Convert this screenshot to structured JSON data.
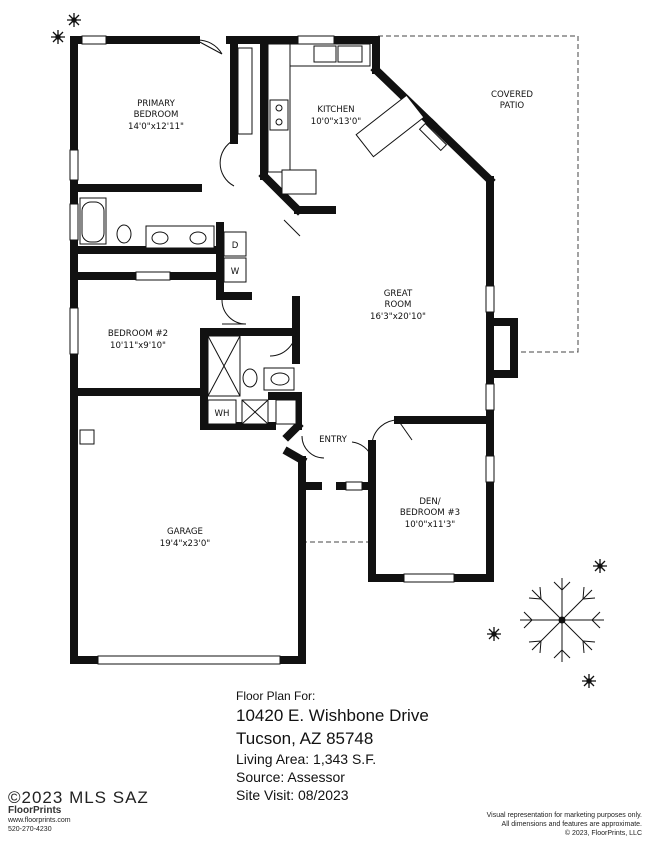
{
  "rooms": {
    "primary": {
      "name1": "PRIMARY",
      "name2": "BEDROOM",
      "dims": "14'0\"x12'11\""
    },
    "kitchen": {
      "name": "KITCHEN",
      "dims": "10'0\"x13'0\""
    },
    "patio": {
      "name1": "COVERED",
      "name2": "PATIO"
    },
    "great": {
      "name1": "GREAT",
      "name2": "ROOM",
      "dims": "16'3\"x20'10\""
    },
    "bedroom2": {
      "name": "BEDROOM #2",
      "dims": "10'11\"x9'10\""
    },
    "garage": {
      "name": "GARAGE",
      "dims": "19'4\"x23'0\""
    },
    "entry": {
      "name": "ENTRY"
    },
    "den": {
      "name1": "DEN/",
      "name2": "BEDROOM #3",
      "dims": "10'0\"x11'3\""
    }
  },
  "fixtures": {
    "dryer": "D",
    "washer": "W",
    "water_heater": "WH"
  },
  "info": {
    "heading": "Floor Plan For:",
    "address1": "10420 E. Wishbone Drive",
    "address2": "Tucson, AZ  85748",
    "living_area": "Living Area:  1,343 S.F.",
    "source": "Source:  Assessor",
    "site_visit": "Site Visit:  08/2023"
  },
  "logo": {
    "watermark": "©2023 MLS SAZ",
    "brand": "FloorPrints",
    "website": "www.floorprints.com",
    "phone": "520-270-4230"
  },
  "disclaimer": {
    "line1": "Visual representation for marketing purposes only.",
    "line2": "All dimensions and features are approximate.",
    "line3": "© 2023, FloorPrints, LLC"
  }
}
